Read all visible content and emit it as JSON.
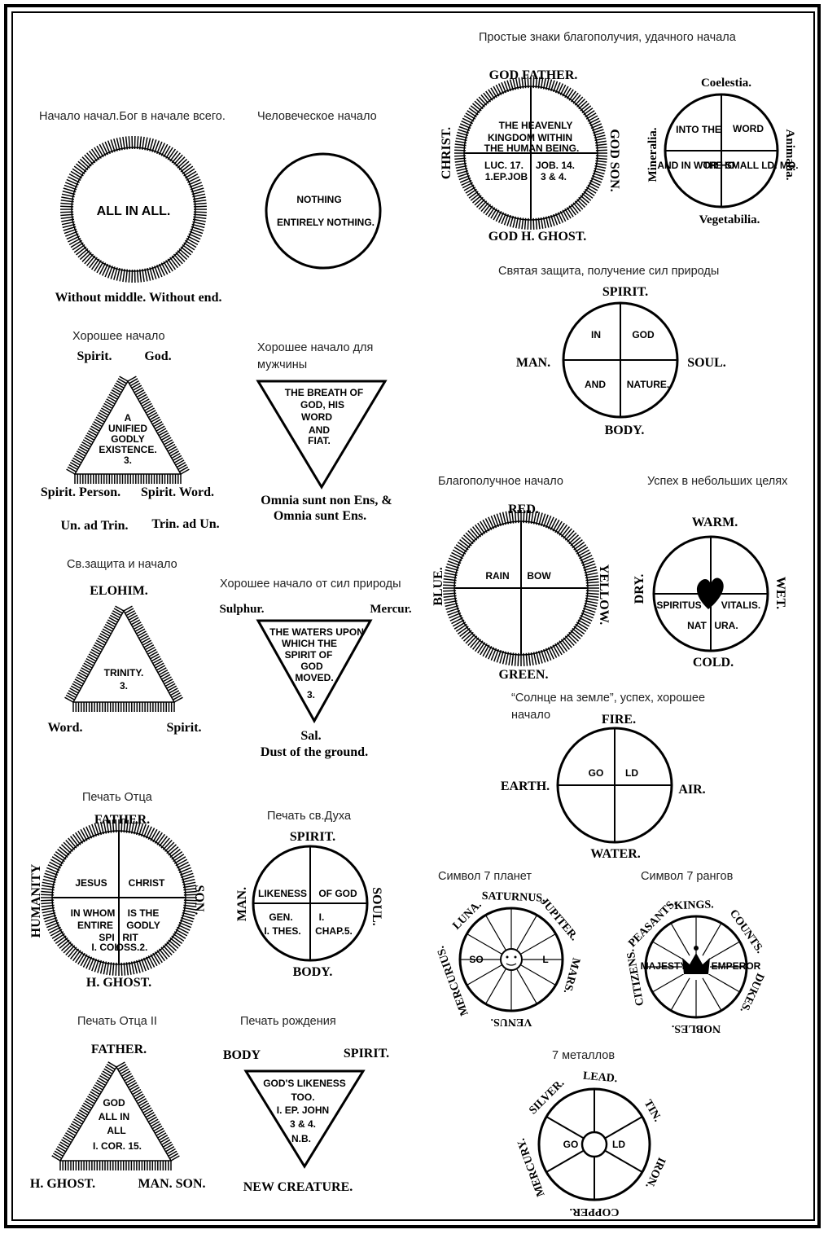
{
  "captions": {
    "all_in_all": "Начало начал.Бог в начале всего.",
    "nothing": "Человеческое начало",
    "simple_signs": "Простые знаки благополучия, удачного начала",
    "holy_protection": "Святая защита, получение сил природы",
    "good_start": "Хорошее начало",
    "good_start_men": "Хорошее начало для мужчины",
    "prosperous": "Благополучное начало",
    "small_goals": "Успех в небольших целях",
    "protection_start": "Св.защита и начало",
    "nature_forces": "Хорошее начало от сил природы",
    "sun_on_earth": "“Солнце на земле”, успех, хорошее начало",
    "father_seal": "Печать Отца",
    "spirit_seal": "Печать св.Духа",
    "seven_planets": "Символ 7 планет",
    "seven_ranks": "Символ 7 рангов",
    "father_seal_2": "Печать Отца II",
    "birth_seal": "Печать рождения",
    "seven_metals": "7 металлов"
  },
  "symbols": {
    "all_in_all": {
      "center": "ALL IN ALL.",
      "below": "Without middle.  Without end."
    },
    "nothing": {
      "line1": "NOTHING",
      "line2": "ENTIRELY NOTHING."
    },
    "heavenly": {
      "top": "GOD FATHER.",
      "bottom": "GOD H. GHOST.",
      "left": "CHRIST.",
      "right": "GOD SON.",
      "l1": "THE HEAVENLY",
      "l2": "KINGDOM WITHIN",
      "l3": "THE HUMAN BEING.",
      "q3a": "LUC. 17.",
      "q3b": "1.EP.JOB",
      "q4a": "JOB. 14.",
      "q4b": "3 & 4."
    },
    "coelestia": {
      "top": "Coelestia.",
      "bottom": "Vegetabilia.",
      "left": "Mineralia.",
      "right": "Animalia.",
      "q1": "INTO THE",
      "q2": "WORD",
      "q3": "AND IN WOR HO",
      "q4": "THE SMALL LD. MO."
    },
    "spirit_cross": {
      "top": "SPIRIT.",
      "bottom": "BODY.",
      "left": "MAN.",
      "right": "SOUL.",
      "q1": "IN",
      "q2": "GOD",
      "q3": "AND",
      "q4": "NATURE."
    },
    "unified": {
      "tl": "Spirit.",
      "tr": "God.",
      "bl": "Spirit. Person.",
      "br": "Spirit. Word.",
      "b2l": "Un. ad Trin.",
      "b2r": "Trin. ad Un.",
      "l1": "A",
      "l2": "UNIFIED",
      "l3": "GODLY",
      "l4": "EXISTENCE.",
      "l5": "3."
    },
    "breath": {
      "l1": "THE BREATH OF",
      "l2": "GOD, HIS",
      "l3": "WORD",
      "l4": "AND",
      "l5": "FIAT.",
      "below1": "Omnia sunt non Ens, &",
      "below2": "Omnia sunt Ens."
    },
    "rainbow": {
      "top": "RED.",
      "bottom": "GREEN.",
      "left": "BLUE.",
      "right": "YELLOW.",
      "q1": "RAIN",
      "q2": "BOW"
    },
    "warm": {
      "top": "WARM.",
      "bottom": "COLD.",
      "left": "DRY.",
      "right": "WET.",
      "q1": "SPIRITUS",
      "q2": "VITALIS.",
      "q3": "NAT",
      "q4": "URA."
    },
    "trinity": {
      "top": "ELOHIM.",
      "bl": "Word.",
      "br": "Spirit.",
      "l1": "TRINITY.",
      "l2": "3."
    },
    "waters": {
      "tl": "Sulphur.",
      "tr": "Mercur.",
      "bottom1": "Sal.",
      "bottom2": "Dust of the ground.",
      "l1": "THE WATERS UPON",
      "l2": "WHICH THE",
      "l3": "SPIRIT OF",
      "l4": "GOD",
      "l5": "MOVED.",
      "l6": "3."
    },
    "fire": {
      "top": "FIRE.",
      "bottom": "WATER.",
      "left": "EARTH.",
      "right": "AIR.",
      "q1": "GO",
      "q2": "LD"
    },
    "jesus": {
      "top": "FATHER.",
      "bottom": "H. GHOST.",
      "left": "HUMANITY",
      "right": "SON.",
      "q1": "JESUS",
      "q2": "CHRIST",
      "q3a": "IN WHOM",
      "q3b": "ENTIRE",
      "q3c": "SPI",
      "q3d": "I. COL",
      "q4a": "IS THE",
      "q4b": "GODLY",
      "q4c": "RIT",
      "q4d": "OSS.2."
    },
    "likeness": {
      "top": "SPIRIT.",
      "bottom": "BODY.",
      "left": "MAN.",
      "right": "SOUL.",
      "q1": "LIKENESS",
      "q2": "OF GOD",
      "q3a": "GEN.",
      "q3b": "I. THES.",
      "q4a": "I.",
      "q4b": "CHAP.5."
    },
    "planets": {
      "names": [
        "SATURNUS.",
        "JUPITER.",
        "MARS.",
        "VENUS.",
        "MERCURIUS.",
        "LUNA."
      ],
      "left": "SO",
      "right": "L"
    },
    "ranks": {
      "names": [
        "KINGS.",
        "COUNTS.",
        "DUKES.",
        "NOBLES.",
        "CITIZENS.",
        "PEASANTS."
      ],
      "left": "MAJESTY",
      "right": "EMPEROR"
    },
    "god_all": {
      "top": "FATHER.",
      "bl": "H. GHOST.",
      "br": "MAN. SON.",
      "l1": "GOD",
      "l2": "ALL IN",
      "l3": "ALL",
      "l4": "I. COR. 15."
    },
    "likeness2": {
      "tl": "BODY",
      "tr": "SPIRIT.",
      "bottom": "NEW CREATURE.",
      "l1": "GOD'S LIKENESS",
      "l2": "TOO.",
      "l3": "I. EP. JOHN",
      "l4": "3 & 4.",
      "l5": "N.B."
    },
    "metals": {
      "names": [
        "LEAD.",
        "TIN.",
        "IRON.",
        "COPPER.",
        "MERCURY.",
        "SILVER."
      ],
      "left": "GO",
      "right": "LD"
    }
  }
}
